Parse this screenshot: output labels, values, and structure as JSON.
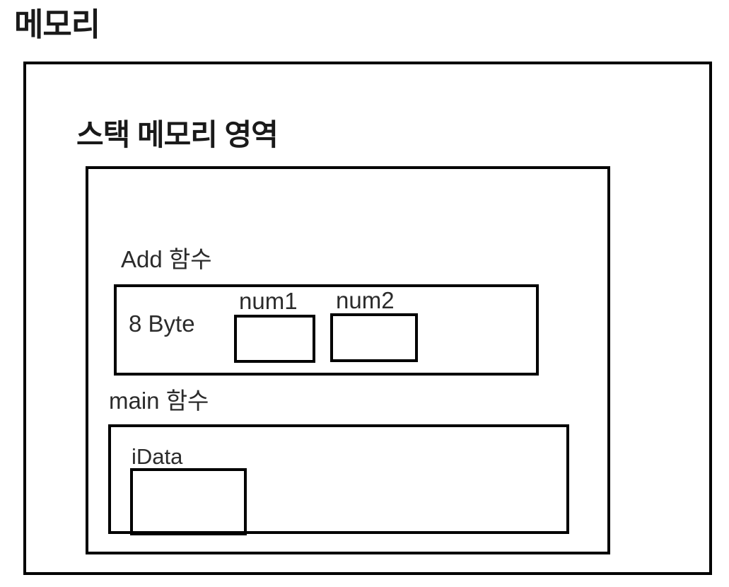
{
  "diagram": {
    "title": "메모리",
    "regions": [
      {
        "id": "stack-region",
        "title": "스택 메모리 영역",
        "frames": [
          {
            "id": "add-function",
            "label": "Add 함수",
            "size_label": "8 Byte",
            "variables": [
              {
                "id": "num1",
                "label": "num1",
                "value": ""
              },
              {
                "id": "num2",
                "label": "num2",
                "value": ""
              }
            ]
          },
          {
            "id": "main-function",
            "label": "main 함수",
            "size_label": "",
            "variables": [
              {
                "id": "idata",
                "label": "iData",
                "value": ""
              }
            ]
          }
        ]
      }
    ],
    "colors": {
      "stroke": "#000000",
      "background": "#ffffff",
      "text": "#1a1a1a"
    }
  }
}
